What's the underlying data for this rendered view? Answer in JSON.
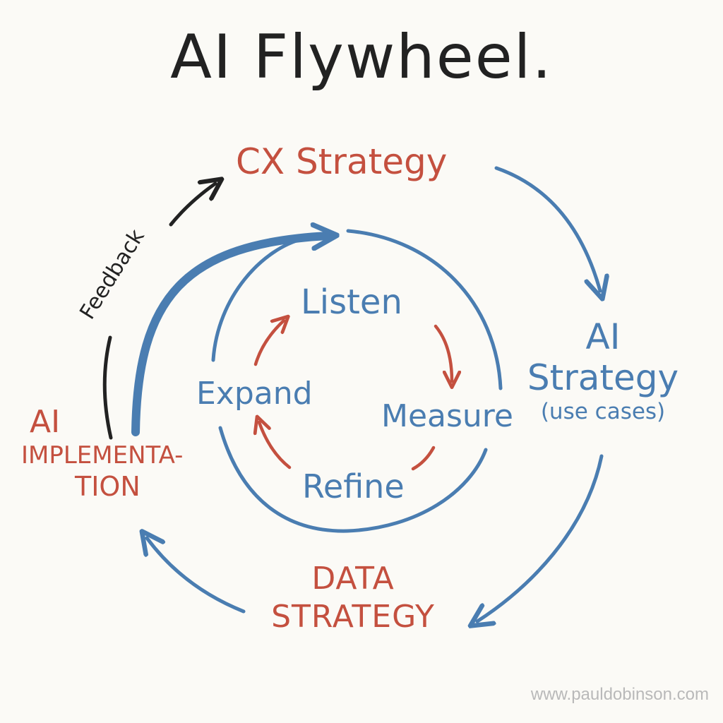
{
  "title": "AI Flywheel.",
  "outer_cycle": {
    "cx_strategy": "CX Strategy",
    "ai_strategy_line1": "AI",
    "ai_strategy_line2": "Strategy",
    "ai_strategy_note": "(use cases)",
    "data_strategy_line1": "DATA",
    "data_strategy_line2": "STRATEGY",
    "ai_implementation_line1": "AI",
    "ai_implementation_line2": "IMPLEMENTA-",
    "ai_implementation_line3": "TION"
  },
  "feedback_label": "Feedback",
  "inner_cycle": {
    "listen": "Listen",
    "measure": "Measure",
    "refine": "Refine",
    "expand": "Expand"
  },
  "footer": "www.pauldobinson.com",
  "colors": {
    "red": "#c4503f",
    "blue": "#4a7db1",
    "ink": "#222222",
    "footer": "#b9b9b9",
    "background": "#fbfaf6"
  }
}
